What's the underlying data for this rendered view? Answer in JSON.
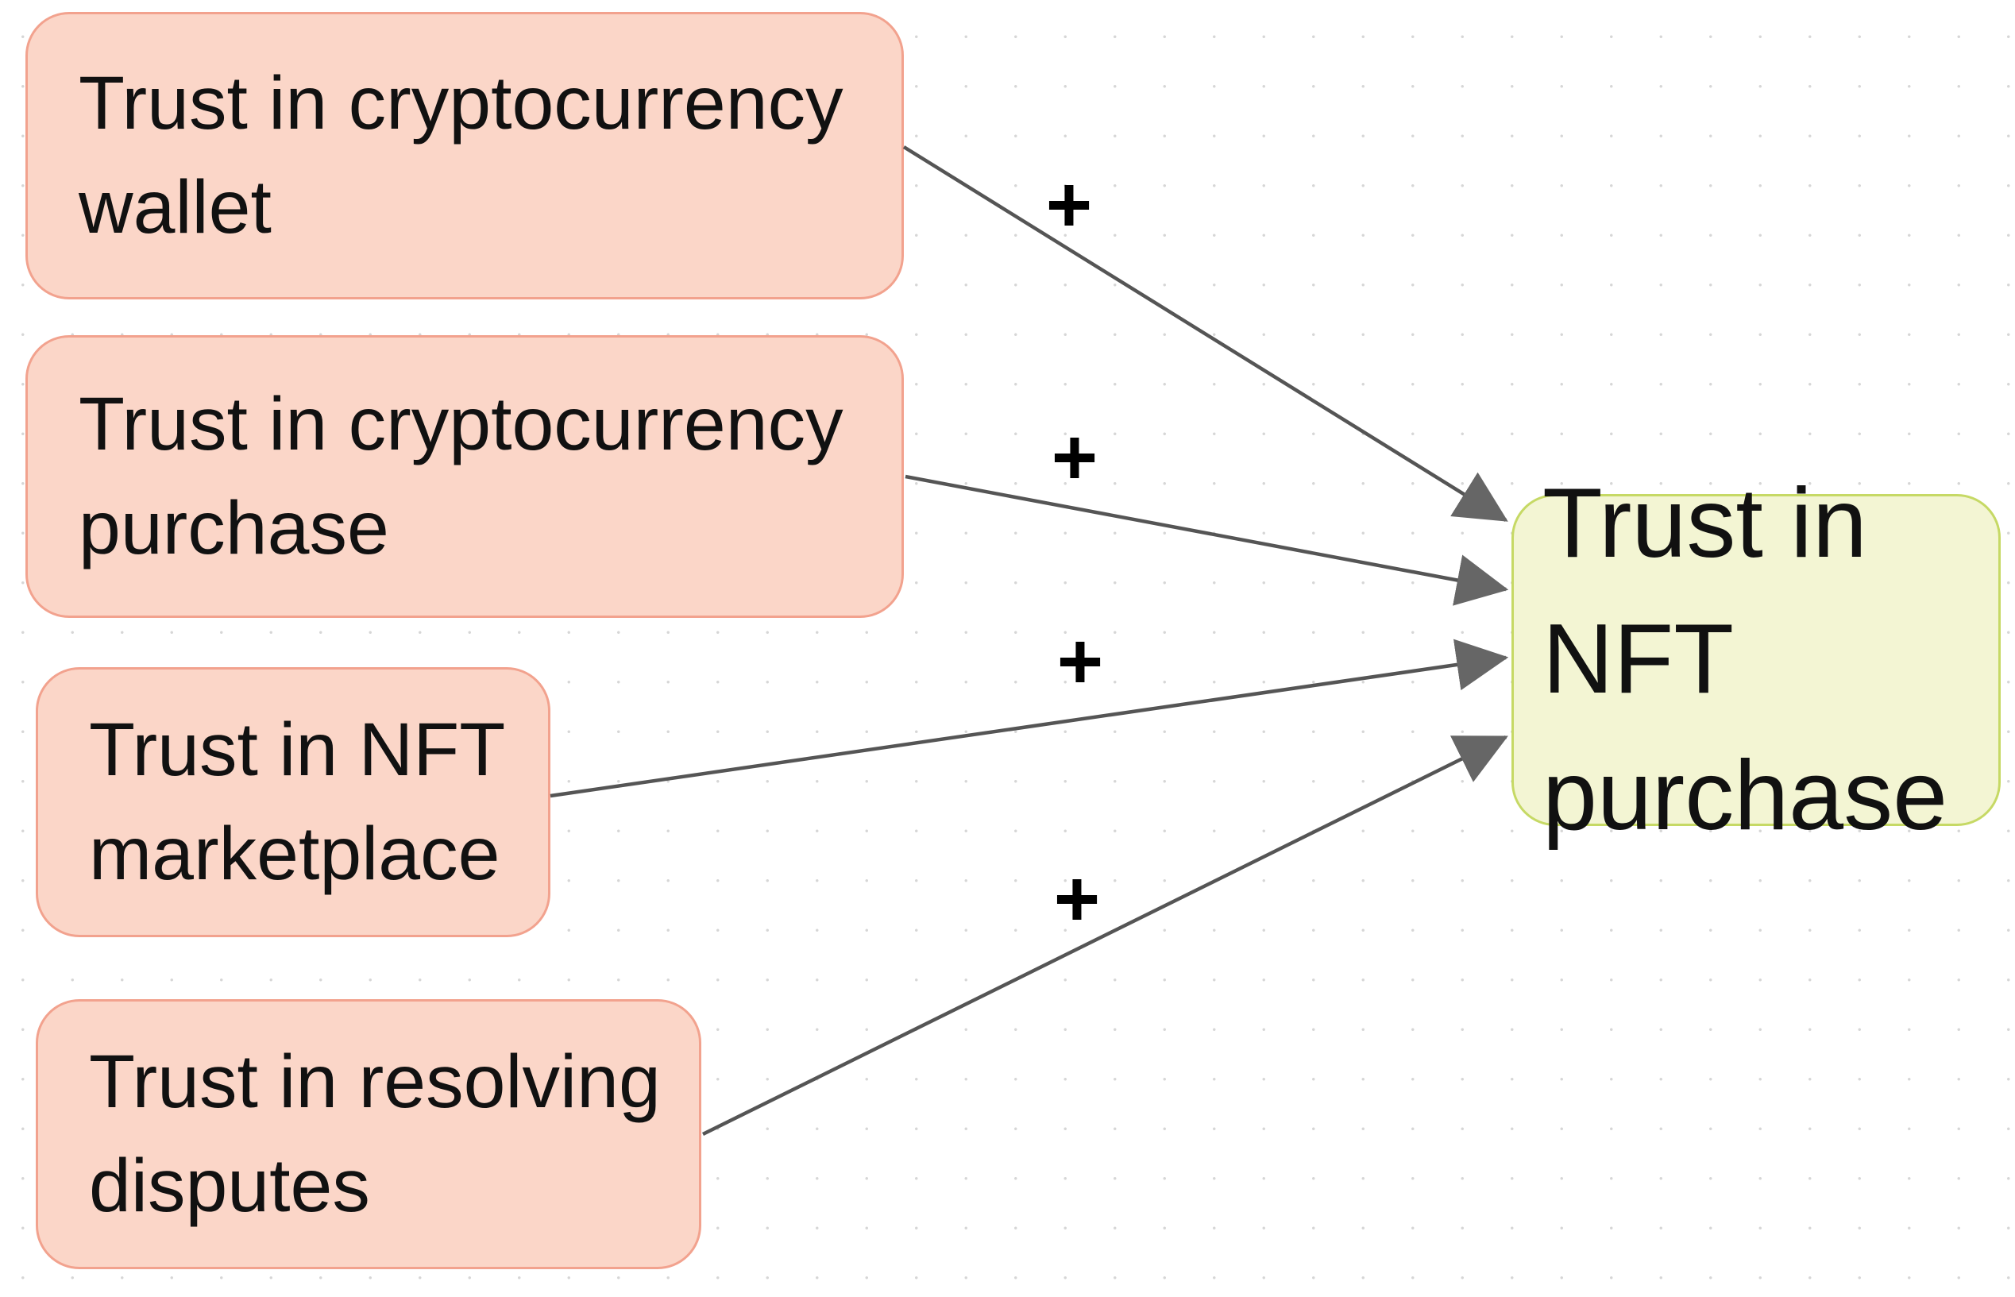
{
  "diagram": {
    "nodes": [
      {
        "id": "trust-cryptocurrency-wallet",
        "label": "Trust in cryptocurrency\nwallet",
        "role": "source"
      },
      {
        "id": "trust-cryptocurrency-purchase",
        "label": "Trust in cryptocurrency\npurchase",
        "role": "source"
      },
      {
        "id": "trust-nft-marketplace",
        "label": "Trust in NFT\nmarketplace",
        "role": "source"
      },
      {
        "id": "trust-resolving-disputes",
        "label": "Trust in resolving\ndisputes",
        "role": "source"
      },
      {
        "id": "trust-nft-purchase",
        "label": "Trust in NFT\npurchase",
        "role": "target"
      }
    ],
    "edges": [
      {
        "from": "trust-cryptocurrency-wallet",
        "to": "trust-nft-purchase",
        "sign": "+"
      },
      {
        "from": "trust-cryptocurrency-purchase",
        "to": "trust-nft-purchase",
        "sign": "+"
      },
      {
        "from": "trust-nft-marketplace",
        "to": "trust-nft-purchase",
        "sign": "+"
      },
      {
        "from": "trust-resolving-disputes",
        "to": "trust-nft-purchase",
        "sign": "+"
      }
    ],
    "colors": {
      "source_fill": "#fbd6c8",
      "source_border": "#f2a28e",
      "target_fill": "#f3f5d3",
      "target_border": "#c6d965",
      "arrow_line": "#555555",
      "arrowhead": "#666666",
      "sign_text": "#000000",
      "node_text": "#111111"
    }
  }
}
